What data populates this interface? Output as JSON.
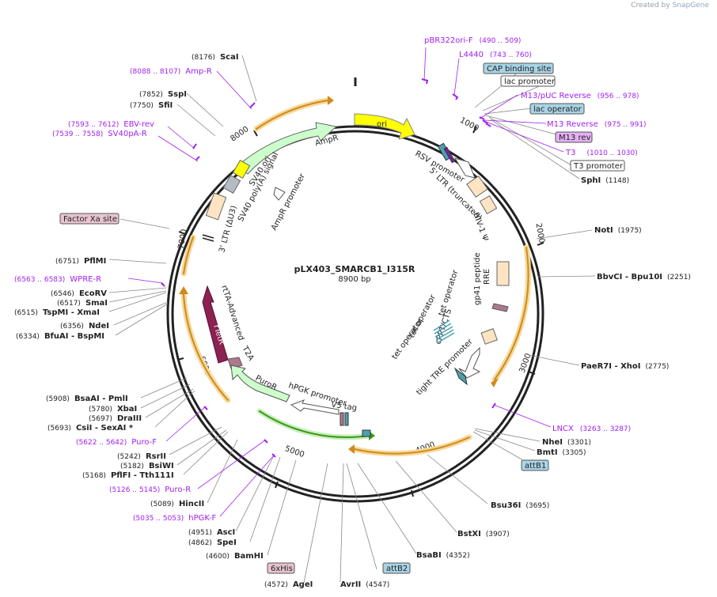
{
  "credit": {
    "prefix": "Created by",
    "brand": "SnapGene"
  },
  "plasmid": {
    "name": "pLX403_SMARCB1_I315R",
    "size_label": "8900 bp",
    "length": 8900
  },
  "tick_labels": [
    "1000",
    "2000",
    "3000",
    "4000",
    "5000",
    "6000",
    "7000",
    "8000"
  ],
  "colors": {
    "backbone": "#222222",
    "primer": "#a020f0",
    "ori": "#ffff00",
    "ampR": "#ccffcc",
    "ltr": "#ffe4c4",
    "rtta": "#8b2252",
    "orange_arc": "#e8a020",
    "green_arc": "#3a9a1a",
    "tet_operator": "#4aa0b0"
  },
  "sites": [
    {
      "name": "ScaI",
      "pos": "(8176)"
    },
    {
      "name": "SspI",
      "pos": "(7852)"
    },
    {
      "name": "SfiI",
      "pos": "(7750)"
    },
    {
      "name": "PflMI",
      "pos": "(6751)"
    },
    {
      "name": "EcoRV",
      "pos": "(6546)"
    },
    {
      "name": "SmaI",
      "pos": "(6517)"
    },
    {
      "name": "TspMI - XmaI",
      "pos": "(6515)"
    },
    {
      "name": "NdeI",
      "pos": "(6356)"
    },
    {
      "name": "BfuAI - BspMI",
      "pos": "(6334)"
    },
    {
      "name": "BsaAI - PmlI",
      "pos": "(5908)"
    },
    {
      "name": "XbaI",
      "pos": "(5780)"
    },
    {
      "name": "DraIII",
      "pos": "(5697)"
    },
    {
      "name": "CsiI - SexAI *",
      "pos": "(5693)"
    },
    {
      "name": "RsrII",
      "pos": "(5242)"
    },
    {
      "name": "BsiWI",
      "pos": "(5182)"
    },
    {
      "name": "PflFI - Tth111I",
      "pos": "(5168)"
    },
    {
      "name": "HincII",
      "pos": "(5089)"
    },
    {
      "name": "AscI",
      "pos": "(4951)"
    },
    {
      "name": "SpeI",
      "pos": "(4862)"
    },
    {
      "name": "BamHI",
      "pos": "(4600)"
    },
    {
      "name": "AgeI",
      "pos": "(4572)"
    },
    {
      "name": "AvrII",
      "pos": "(4547)"
    },
    {
      "name": "BsaBI",
      "pos": "(4352)"
    },
    {
      "name": "BstXI",
      "pos": "(3907)"
    },
    {
      "name": "Bsu36I",
      "pos": "(3695)"
    },
    {
      "name": "BmtI",
      "pos": "(3305)"
    },
    {
      "name": "NheI",
      "pos": "(3301)"
    },
    {
      "name": "PaeR7I - XhoI",
      "pos": "(2775)"
    },
    {
      "name": "BbvCI - Bpu10I",
      "pos": "(2251)"
    },
    {
      "name": "NotI",
      "pos": "(1975)"
    },
    {
      "name": "SphI",
      "pos": "(1148)"
    }
  ],
  "primers": [
    {
      "name": "pBR322ori-F",
      "range": "(490 .. 509)"
    },
    {
      "name": "L4440",
      "range": "(743 .. 760)"
    },
    {
      "name": "M13/pUC Reverse",
      "range": "(956 .. 978)"
    },
    {
      "name": "M13 Reverse",
      "range": "(975 .. 991)"
    },
    {
      "name": "T3",
      "range": "(1010 .. 1030)"
    },
    {
      "name": "LNCX",
      "range": "(3263 .. 3287)"
    },
    {
      "name": "Amp-R",
      "range": "(8088 .. 8107)"
    },
    {
      "name": "EBV-rev",
      "range": "(7593 .. 7612)"
    },
    {
      "name": "SV40pA-R",
      "range": "(7539 .. 7558)"
    },
    {
      "name": "WPRE-R",
      "range": "(6563 .. 6583)"
    },
    {
      "name": "Puro-F",
      "range": "(5622 .. 5642)"
    },
    {
      "name": "Puro-R",
      "range": "(5126 .. 5145)"
    },
    {
      "name": "hPGK-F",
      "range": "(5035 .. 5053)"
    }
  ],
  "boxed_features": [
    {
      "name": "CAP binding site"
    },
    {
      "name": "lac promoter"
    },
    {
      "name": "lac operator"
    },
    {
      "name": "M13 rev"
    },
    {
      "name": "T3 promoter"
    },
    {
      "name": "Factor Xa site"
    },
    {
      "name": "attB1"
    },
    {
      "name": "6xHis"
    },
    {
      "name": "attB2"
    }
  ],
  "features": {
    "ori": "ori",
    "ampR": "AmpR",
    "ampR_promoter": "AmpR promoter",
    "sv40_ori": "SV40 ori",
    "sv40_polyA": "SV40 poly(A) signal",
    "ltr3": "3' LTR (ΔU3)",
    "rsv_promoter": "RSV promoter",
    "ltr5": "5' LTR (truncated)",
    "hiv_psi": "HIV-1 Ψ",
    "rre": "RRE",
    "gp41": "gp41 peptide",
    "cppt": "cPPT/CTS",
    "tet_op_1": "tet operator",
    "tet_op_2": "tet operator",
    "tet_op_3": "tet operator",
    "tre_promoter": "tight TRE promoter",
    "rtta": "rtTA-Advanced",
    "tetr": "rTetR",
    "t2a": "T2A",
    "puror": "PuroR",
    "hpgk": "hPGK promoter",
    "v5": "V5 tag"
  }
}
